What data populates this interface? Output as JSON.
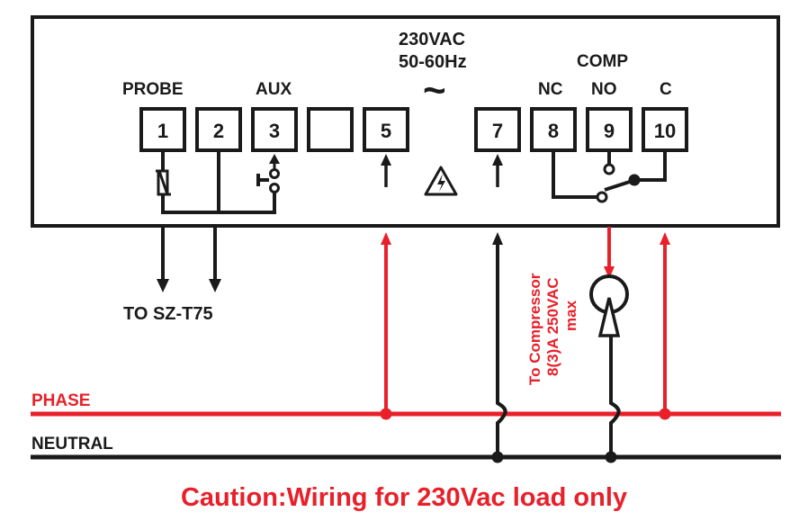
{
  "colors": {
    "wire_black": "#1a1a1a",
    "wire_red": "#e8202a",
    "background": "#ffffff"
  },
  "supply": {
    "voltage": "230VAC",
    "frequency": "50-60Hz",
    "ac_symbol": "~"
  },
  "groups": {
    "probe": "PROBE",
    "aux": "AUX",
    "comp": "COMP",
    "nc": "NC",
    "no": "NO",
    "c": "C"
  },
  "terminals": [
    {
      "id": "1",
      "label": "1"
    },
    {
      "id": "2",
      "label": "2"
    },
    {
      "id": "3",
      "label": "3"
    },
    {
      "id": "4",
      "label": ""
    },
    {
      "id": "5",
      "label": "5"
    },
    {
      "id": "7",
      "label": "7"
    },
    {
      "id": "8",
      "label": "8"
    },
    {
      "id": "9",
      "label": "9"
    },
    {
      "id": "10",
      "label": "10"
    }
  ],
  "probe_target": "TO SZ-T75",
  "compressor_note": {
    "line1": "To Compressor",
    "line2": "8(3)A 250VAC",
    "line3": "max"
  },
  "lines": {
    "phase": "PHASE",
    "neutral": "NEUTRAL"
  },
  "caution": "Caution:Wiring for 230Vac load only",
  "icons": {
    "hazard": "high-voltage-warning-icon",
    "compressor": "compressor-icon",
    "relay": "relay-switch-icon",
    "thermistor": "thermistor-icon",
    "pushbutton": "push-button-icon"
  }
}
